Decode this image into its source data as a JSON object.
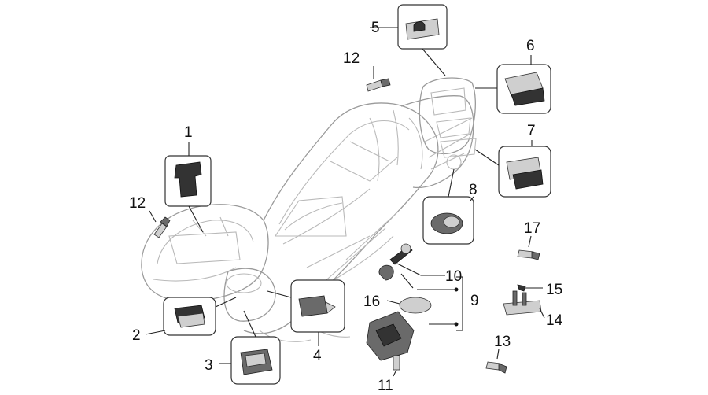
{
  "callouts": {
    "c1": "1",
    "c2": "2",
    "c3": "3",
    "c4": "4",
    "c5": "5",
    "c6": "6",
    "c7": "7",
    "c8": "8",
    "c9": "9",
    "c10": "10",
    "c11": "11",
    "c12a": "12",
    "c12b": "12",
    "c13": "13",
    "c14": "14",
    "c15": "15",
    "c16": "16",
    "c17": "17"
  },
  "colors": {
    "outline": "#b9b9b9",
    "ink": "#111111",
    "part": "#6a6a6a"
  }
}
